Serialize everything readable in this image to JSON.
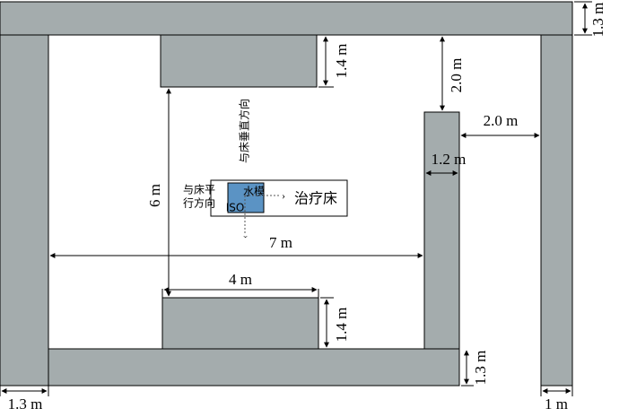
{
  "labels": {
    "top_wall_thickness": "1.3 m",
    "upper_block_height": "1.4 m",
    "gap_to_pillar": "2.0 m",
    "pillar_to_wall": "2.0 m",
    "pillar_width": "1.2 m",
    "block_separation": "6 m",
    "room_width": "7 m",
    "lower_block_width": "4 m",
    "lower_block_height": "1.4 m",
    "bottom_wall_thickness": "1.3 m",
    "left_wall_thickness": "1.3 m",
    "right_wall_thickness": "1 m"
  },
  "bed": {
    "name": "治疗床",
    "perpendicular_direction": "与床垂直方向",
    "parallel_direction_line1": "与床平",
    "parallel_direction_line2": "行方向",
    "water_phantom": "水模",
    "iso": "ISO"
  },
  "colors": {
    "wall": "#a4acad",
    "phantom": "#5b93c4"
  }
}
